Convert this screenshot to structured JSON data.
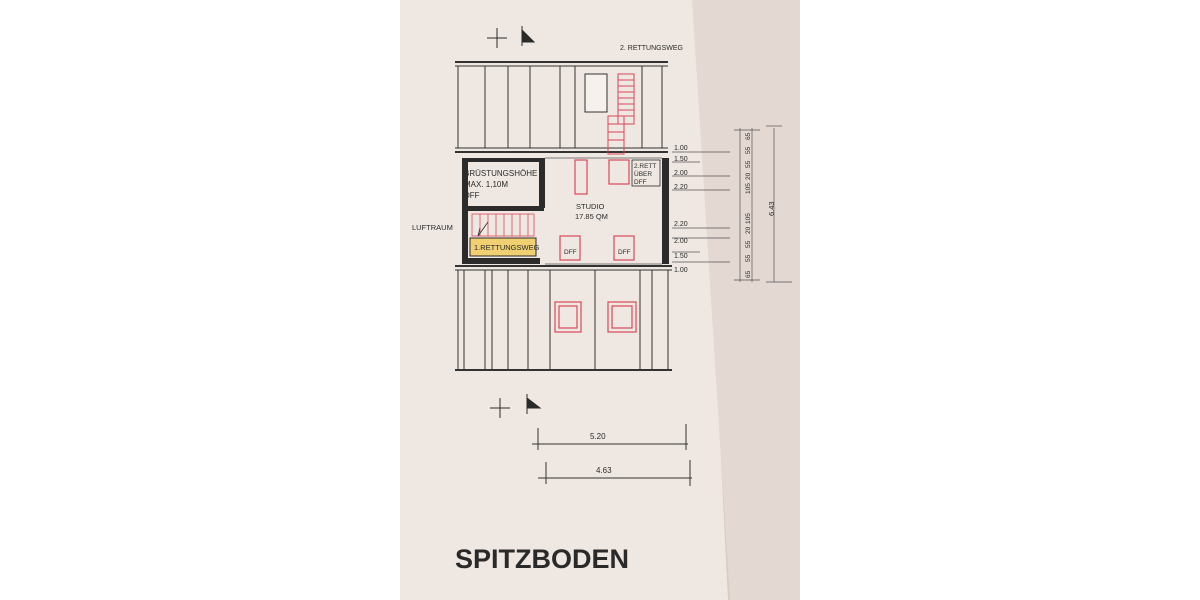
{
  "plan": {
    "title": "SPITZBODEN",
    "second_escape_route": "2. RETTUNGSWEG",
    "parapet_label": [
      "BRÜSTUNGSHÖHE",
      "MAX. 1,10M",
      "DFF"
    ],
    "air_space": "LUFTRAUM",
    "first_escape_route": "1.RETTUNGSWEG",
    "room_name": "STUDIO",
    "room_area": "17.85 QM",
    "second_escape_box": [
      "2.RETT",
      "ÜBER",
      "DFF"
    ],
    "skylight_label_1": "DFF",
    "skylight_label_2": "DFF",
    "right_dims": [
      "1.00",
      "1.50",
      "2.00",
      "2.20",
      "2.20",
      "2.00",
      "1.50",
      "1.00"
    ],
    "vertical_dims": [
      "65",
      "55",
      "55",
      "20",
      "105",
      "105",
      "20",
      "55",
      "55",
      "65"
    ],
    "total_depth": "6.43",
    "width_outer": "5.20",
    "width_inner": "4.63"
  },
  "colors": {
    "paper": "#efe7e0",
    "ink": "#2a2a2a",
    "red": "#d9495a",
    "wall": "#2b2b2b",
    "highlight": "#f0d070"
  }
}
